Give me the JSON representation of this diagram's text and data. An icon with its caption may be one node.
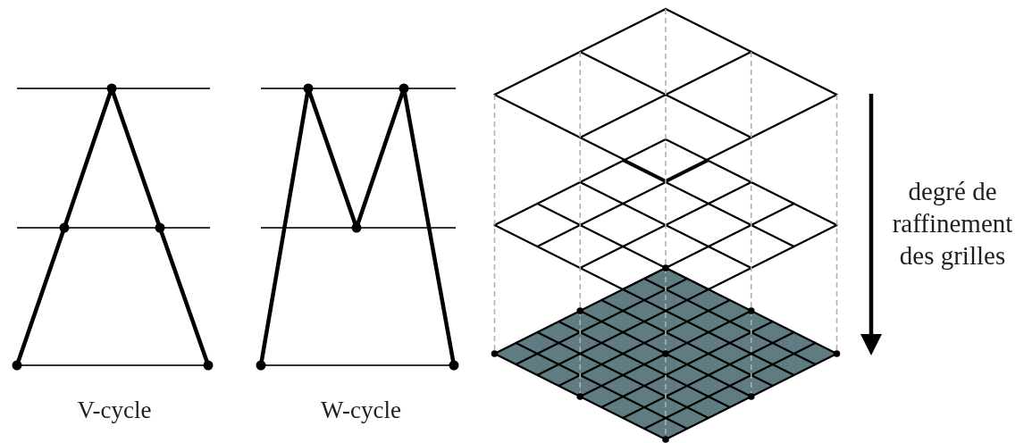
{
  "diagram": {
    "labels": [
      "V-cycle",
      "W-cycle",
      "degré de raffinement des grilles"
    ]
  }
}
